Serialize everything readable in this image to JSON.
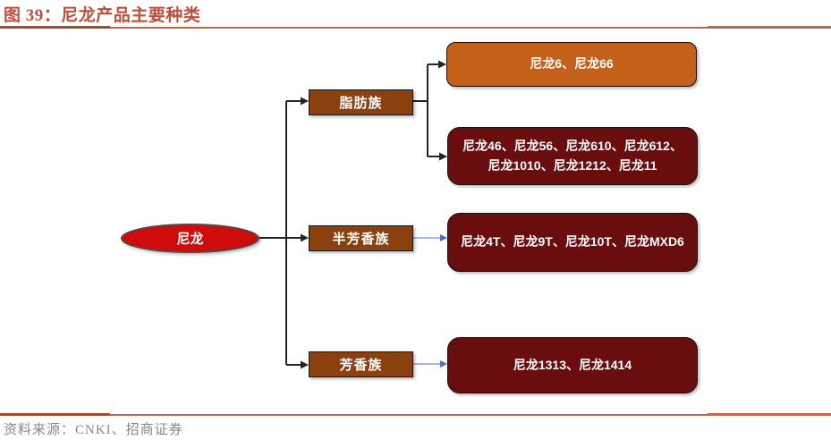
{
  "figure": {
    "title": "图 39：尼龙产品主要种类",
    "source": "资料来源：CNKI、招商证券"
  },
  "diagram": {
    "root": {
      "label": "尼龙"
    },
    "branches": [
      {
        "label": "脂肪族",
        "leaves": [
          {
            "label": "尼龙6、尼龙66"
          },
          {
            "label": "尼龙46、尼龙56、尼龙610、尼龙612、尼龙1010、尼龙1212、尼龙11"
          }
        ]
      },
      {
        "label": "半芳香族",
        "leaves": [
          {
            "label": "尼龙4T、尼龙9T、尼龙10T、尼龙MXD6"
          }
        ]
      },
      {
        "label": "芳香族",
        "leaves": [
          {
            "label": "尼龙1313、尼龙1414"
          }
        ]
      }
    ]
  },
  "colors": {
    "title_color": "#BC4F3A",
    "rule_color": "#C4654E",
    "rule_thick_color": "#A8492F",
    "root_fill": "#CF0B0B",
    "branch_fill": "#8A400F",
    "leaf_orange_fill": "#C4601A",
    "leaf_maroon_fill": "#690D0E",
    "arrow_black": "#242424",
    "arrow_blue": "#4472C4",
    "source_color": "#878787"
  }
}
